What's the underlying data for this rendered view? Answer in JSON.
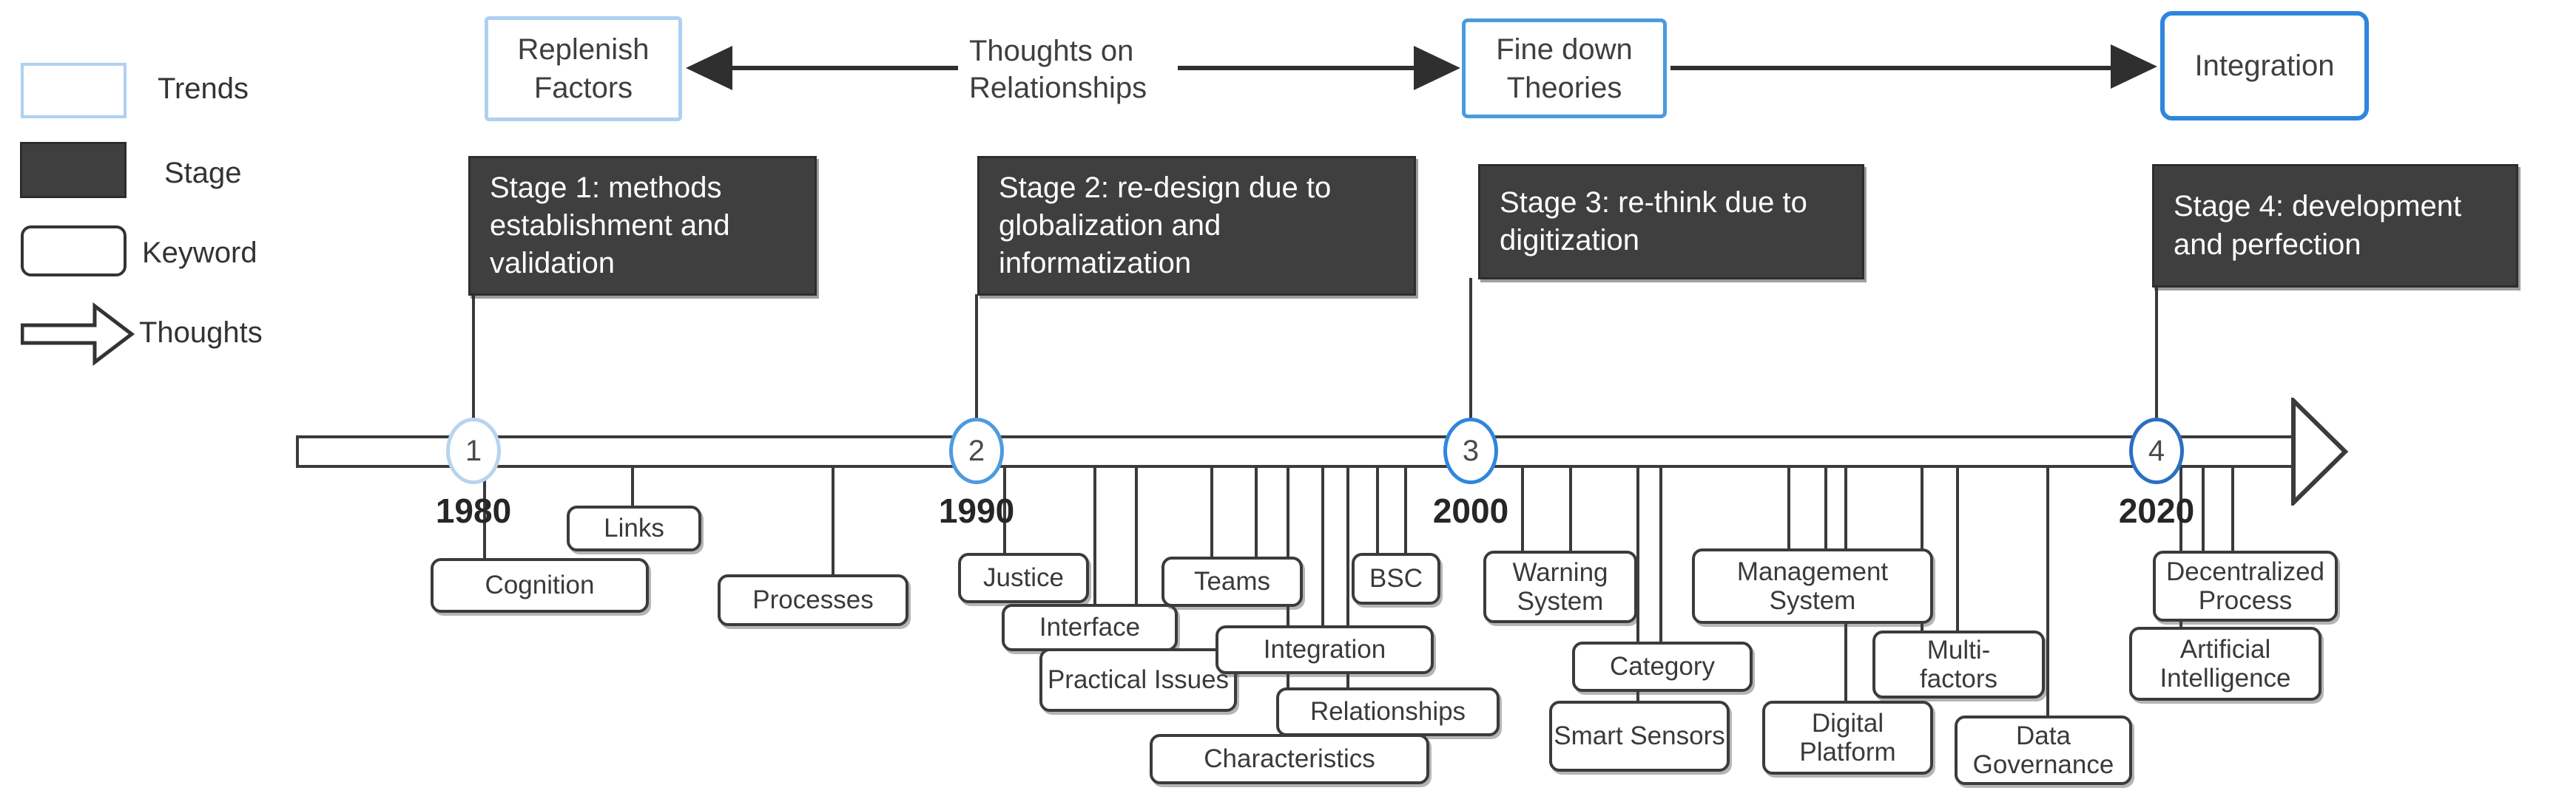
{
  "legend": {
    "items": [
      {
        "label": "Trends"
      },
      {
        "label": "Stage"
      },
      {
        "label": "Keyword"
      },
      {
        "label": "Thoughts"
      }
    ]
  },
  "trends": {
    "replenish": "Replenish\nFactors",
    "thoughts_label": "Thoughts on\nRelationships",
    "fine_down": "Fine down\nTheories",
    "integration": "Integration"
  },
  "stages": [
    {
      "label": "Stage 1: methods establishment and validation"
    },
    {
      "label": "Stage 2: re-design due to globalization and informatization"
    },
    {
      "label": "Stage 3: re-think due to digitization"
    },
    {
      "label": "Stage 4: development and perfection"
    }
  ],
  "timeline": {
    "markers": [
      {
        "number": "1",
        "year": "1980"
      },
      {
        "number": "2",
        "year": "1990"
      },
      {
        "number": "3",
        "year": "2000"
      },
      {
        "number": "4",
        "year": "2020"
      }
    ]
  },
  "keywords": [
    {
      "label": "Links"
    },
    {
      "label": "Cognition"
    },
    {
      "label": "Processes"
    },
    {
      "label": "Justice"
    },
    {
      "label": "Interface"
    },
    {
      "label": "Practical Issues"
    },
    {
      "label": "Teams"
    },
    {
      "label": "Integration"
    },
    {
      "label": "Relationships"
    },
    {
      "label": "Characteristics"
    },
    {
      "label": "BSC"
    },
    {
      "label": "Warning System"
    },
    {
      "label": "Category"
    },
    {
      "label": "Smart Sensors"
    },
    {
      "label": "Management System"
    },
    {
      "label": "Digital Platform"
    },
    {
      "label": "Multi-\nfactors"
    },
    {
      "label": "Data Governance"
    },
    {
      "label": "Decentralized Process"
    },
    {
      "label": "Artificial Intelligence"
    }
  ],
  "colors": {
    "trend_border_light": "#aed0f2",
    "trend_border_mid": "#4a9ae0",
    "trend_border_bright": "#2e86de",
    "circle1_border": "#b7d4ef",
    "circle2_border": "#4f9ae0",
    "circle3_border": "#2e86de",
    "circle4_border": "#2b6fc2",
    "stage_fill": "#3f3f3f",
    "stage_text": "#ffffff",
    "line": "#3a3a3a"
  }
}
